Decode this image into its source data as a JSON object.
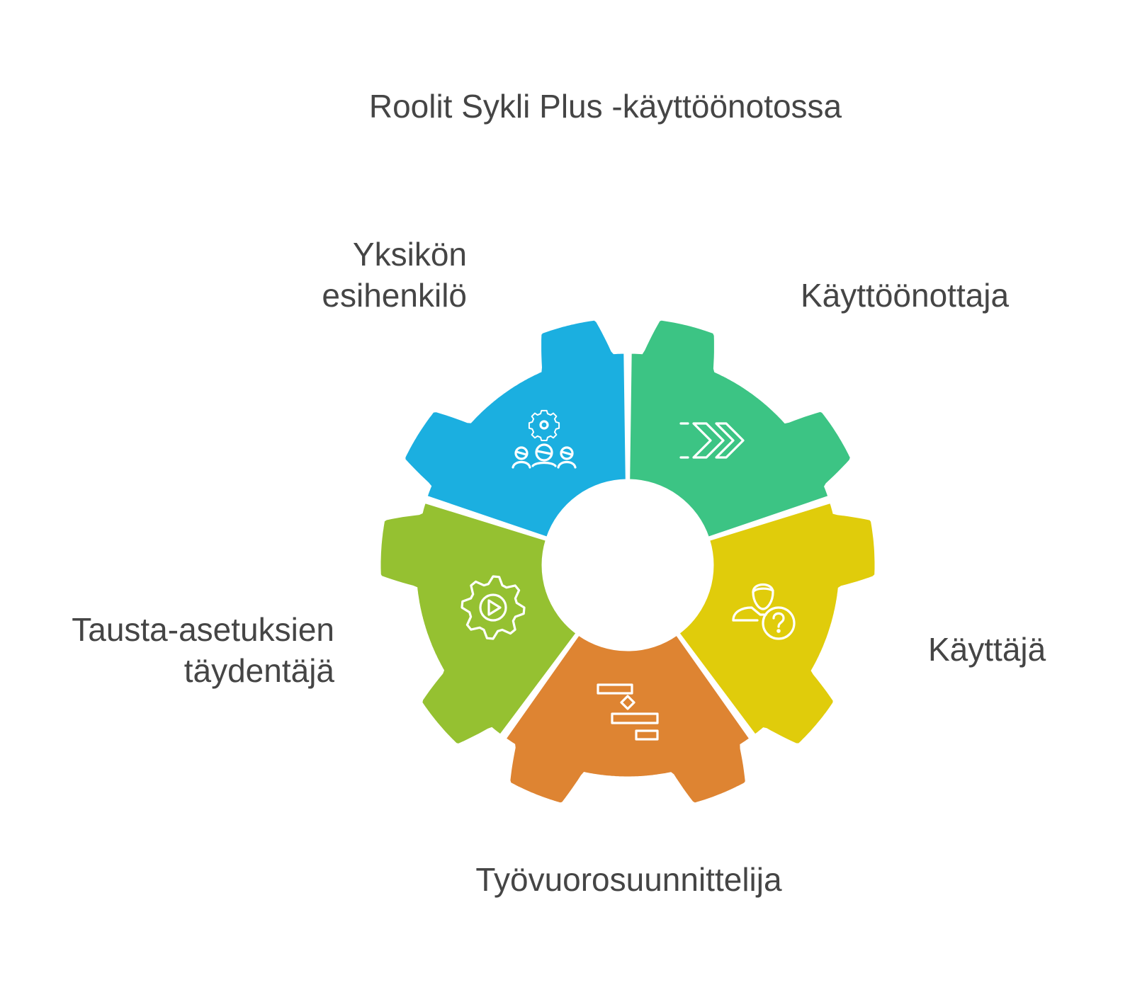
{
  "title": "Roolit Sykli Plus -käyttöönotossa",
  "segments": [
    {
      "id": "yksikon-esihenkilo",
      "lines": [
        "Yksikön",
        "esihenkilö"
      ],
      "color": "#1bafe0",
      "icon": "team-gear-icon"
    },
    {
      "id": "kayttoonottaja",
      "lines": [
        "Käyttöönottaja"
      ],
      "color": "#3cc484",
      "icon": "double-chevron-right-icon"
    },
    {
      "id": "kayttaja",
      "lines": [
        "Käyttäjä"
      ],
      "color": "#e0cc0b",
      "icon": "user-question-icon"
    },
    {
      "id": "tyovuorosuunnittelija",
      "lines": [
        "Työvuorosuunnittelija"
      ],
      "color": "#de8432",
      "icon": "gantt-schedule-icon"
    },
    {
      "id": "tausta-asetuksien-taydentaja",
      "lines": [
        "Tausta-asetuksien",
        "täydentäjä"
      ],
      "color": "#95c131",
      "icon": "gear-play-icon"
    }
  ]
}
